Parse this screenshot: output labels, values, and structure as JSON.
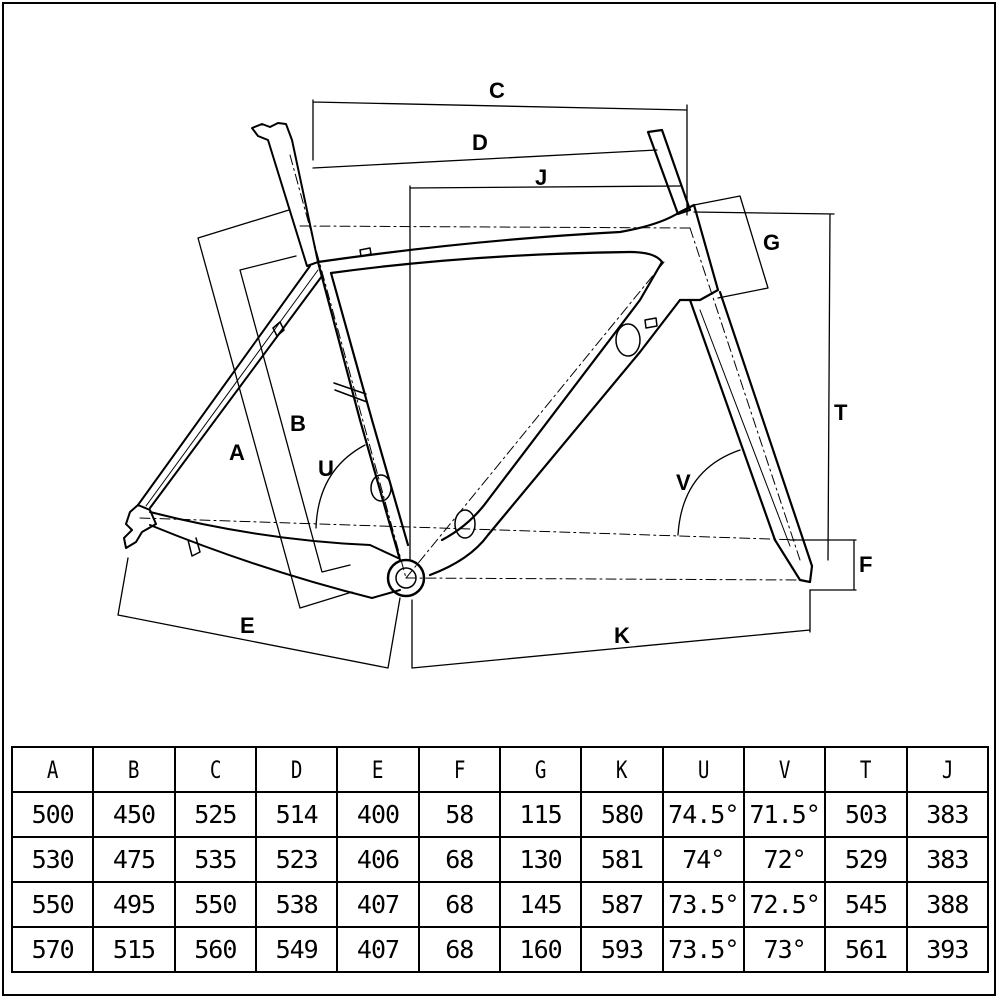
{
  "diagram": {
    "labels": {
      "A": "A",
      "B": "B",
      "C": "C",
      "D": "D",
      "E": "E",
      "F": "F",
      "G": "G",
      "J": "J",
      "K": "K",
      "T": "T",
      "U": "U",
      "V": "V"
    }
  },
  "table": {
    "headers": [
      "A",
      "B",
      "C",
      "D",
      "E",
      "F",
      "G",
      "K",
      "U",
      "V",
      "T",
      "J"
    ],
    "rows": [
      [
        "500",
        "450",
        "525",
        "514",
        "400",
        "58",
        "115",
        "580",
        "74.5°",
        "71.5°",
        "503",
        "383"
      ],
      [
        "530",
        "475",
        "535",
        "523",
        "406",
        "68",
        "130",
        "581",
        "74°",
        "72°",
        "529",
        "383"
      ],
      [
        "550",
        "495",
        "550",
        "538",
        "407",
        "68",
        "145",
        "587",
        "73.5°",
        "72.5°",
        "545",
        "388"
      ],
      [
        "570",
        "515",
        "560",
        "549",
        "407",
        "68",
        "160",
        "593",
        "73.5°",
        "73°",
        "561",
        "393"
      ]
    ]
  }
}
